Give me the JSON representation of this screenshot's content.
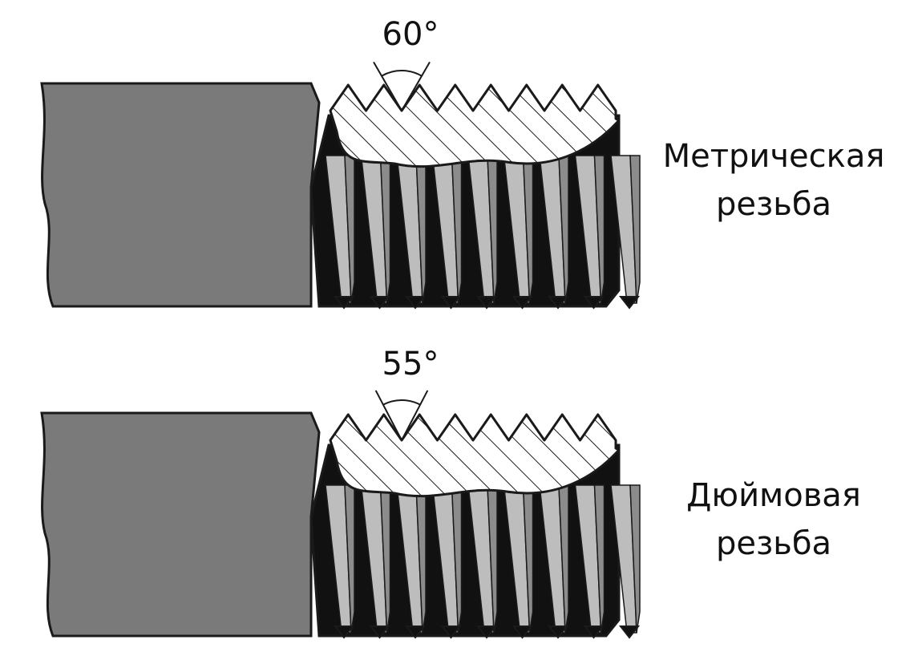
{
  "colors": {
    "shank": "#7a7a7a",
    "outline": "#1a1a1a",
    "flank_light": "#bdbdbd",
    "flank_mid": "#8c8c8c",
    "flank_dark": "#111111",
    "section_fill": "#ffffff"
  },
  "diagrams": [
    {
      "angle_label": "60°",
      "angle_deg": 60,
      "caption_line1": "Метрическая",
      "caption_line2": "резьба"
    },
    {
      "angle_label": "55°",
      "angle_deg": 55,
      "caption_line1": "Дюймовая",
      "caption_line2": "резьба"
    }
  ]
}
